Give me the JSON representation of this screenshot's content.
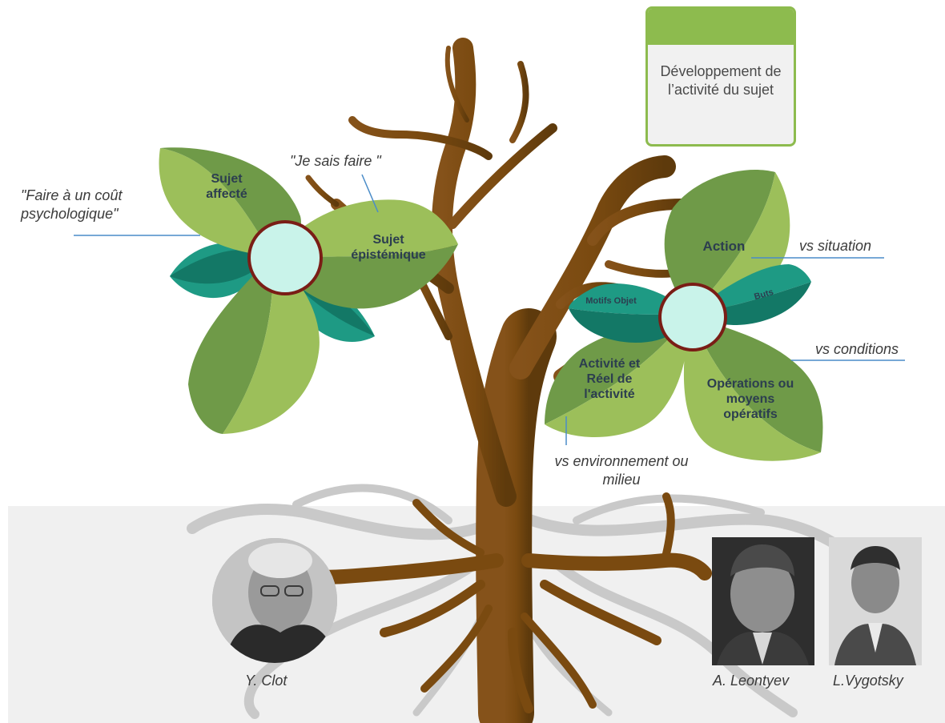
{
  "title_box": {
    "text": "Développement de l’activité du sujet"
  },
  "left_flower": {
    "leaf_top": "Sujet affecté",
    "leaf_right": "Sujet épistémique",
    "annotations": {
      "left": "\"Faire à un coût psychologique\"",
      "top": "\"Je sais faire \""
    }
  },
  "right_flower": {
    "leaf_top": "Action",
    "small_left": "Motifs Objet",
    "small_right": "Buts",
    "leaf_left": "Activité et Réel de l'activité",
    "leaf_right": "Opérations ou moyens opératifs",
    "annotations": {
      "situation": "vs situation",
      "conditions": "vs conditions",
      "environment": "vs environnement ou milieu"
    }
  },
  "people": {
    "clot": "Y. Clot",
    "leontyev": "A. Leontyev",
    "vygotsky": "L.Vygotsky"
  },
  "colors": {
    "trunk": "#7a4a10",
    "trunk_dark": "#5e3a0c",
    "leaf_light": "#9cbf5a",
    "leaf_dark": "#6f9a48",
    "teal": "#1e9a84",
    "teal_dark": "#137866",
    "center": "#c9f3ea",
    "center_ring": "#7a1d16",
    "title_accent": "#8dbb4e"
  }
}
